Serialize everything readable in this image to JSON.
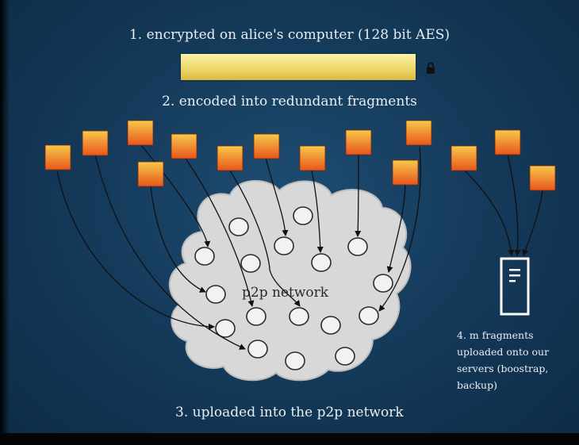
{
  "captions": {
    "step1": "1. encrypted on alice's computer (128 bit AES)",
    "step2": "2. encoded into redundant fragments",
    "step3": "3. uploaded into the p2p network",
    "step4": "4. m fragments uploaded onto our servers (boostrap, backup)"
  },
  "network_label": "p2p network",
  "icons": {
    "lock": "lock-icon",
    "server": "server-icon",
    "fragment": "fragment-square",
    "node": "peer-node-circle"
  },
  "colors": {
    "background": "#153b5c",
    "file_bar": "#efd86b",
    "fragment_top": "#f7c84a",
    "fragment_bottom": "#e8561c",
    "cloud": "#d9d9d9",
    "text": "#e9eef3"
  }
}
